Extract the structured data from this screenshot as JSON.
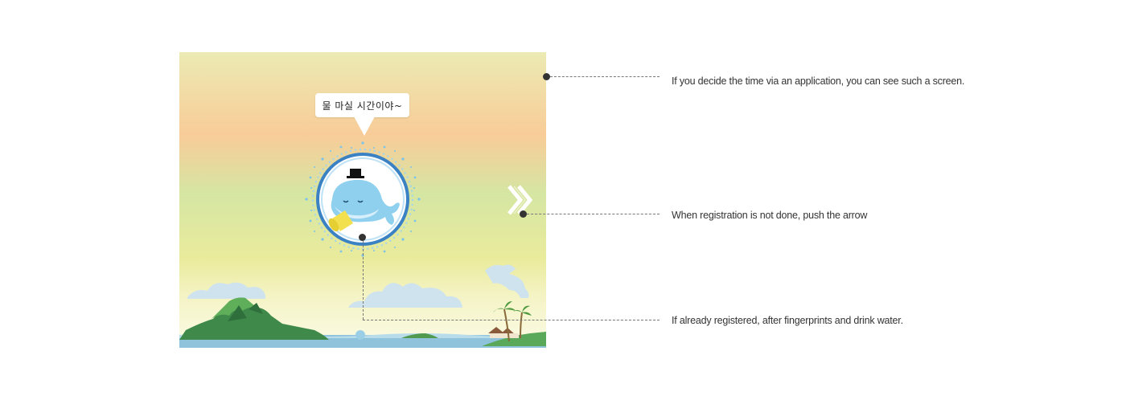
{
  "screen": {
    "speech_bubble_text": "물 마실 시간이야~",
    "mascot_icon": "whale-with-top-hat-holding-cup-icon",
    "next_arrow_icon": "double-chevron-right-icon"
  },
  "annotations": [
    {
      "id": "schedule-note",
      "text": "If you decide the time via an application,  you can see such a screen."
    },
    {
      "id": "arrow-note",
      "text": "When registration is not done, push the arrow"
    },
    {
      "id": "drink-note",
      "text": "If already registered, after fingerprints and drink water."
    }
  ],
  "colors": {
    "badge_ring": "#3b82c4",
    "whale": "#8fd0ef",
    "cup": "#f2e04f",
    "dot": "#333333"
  }
}
